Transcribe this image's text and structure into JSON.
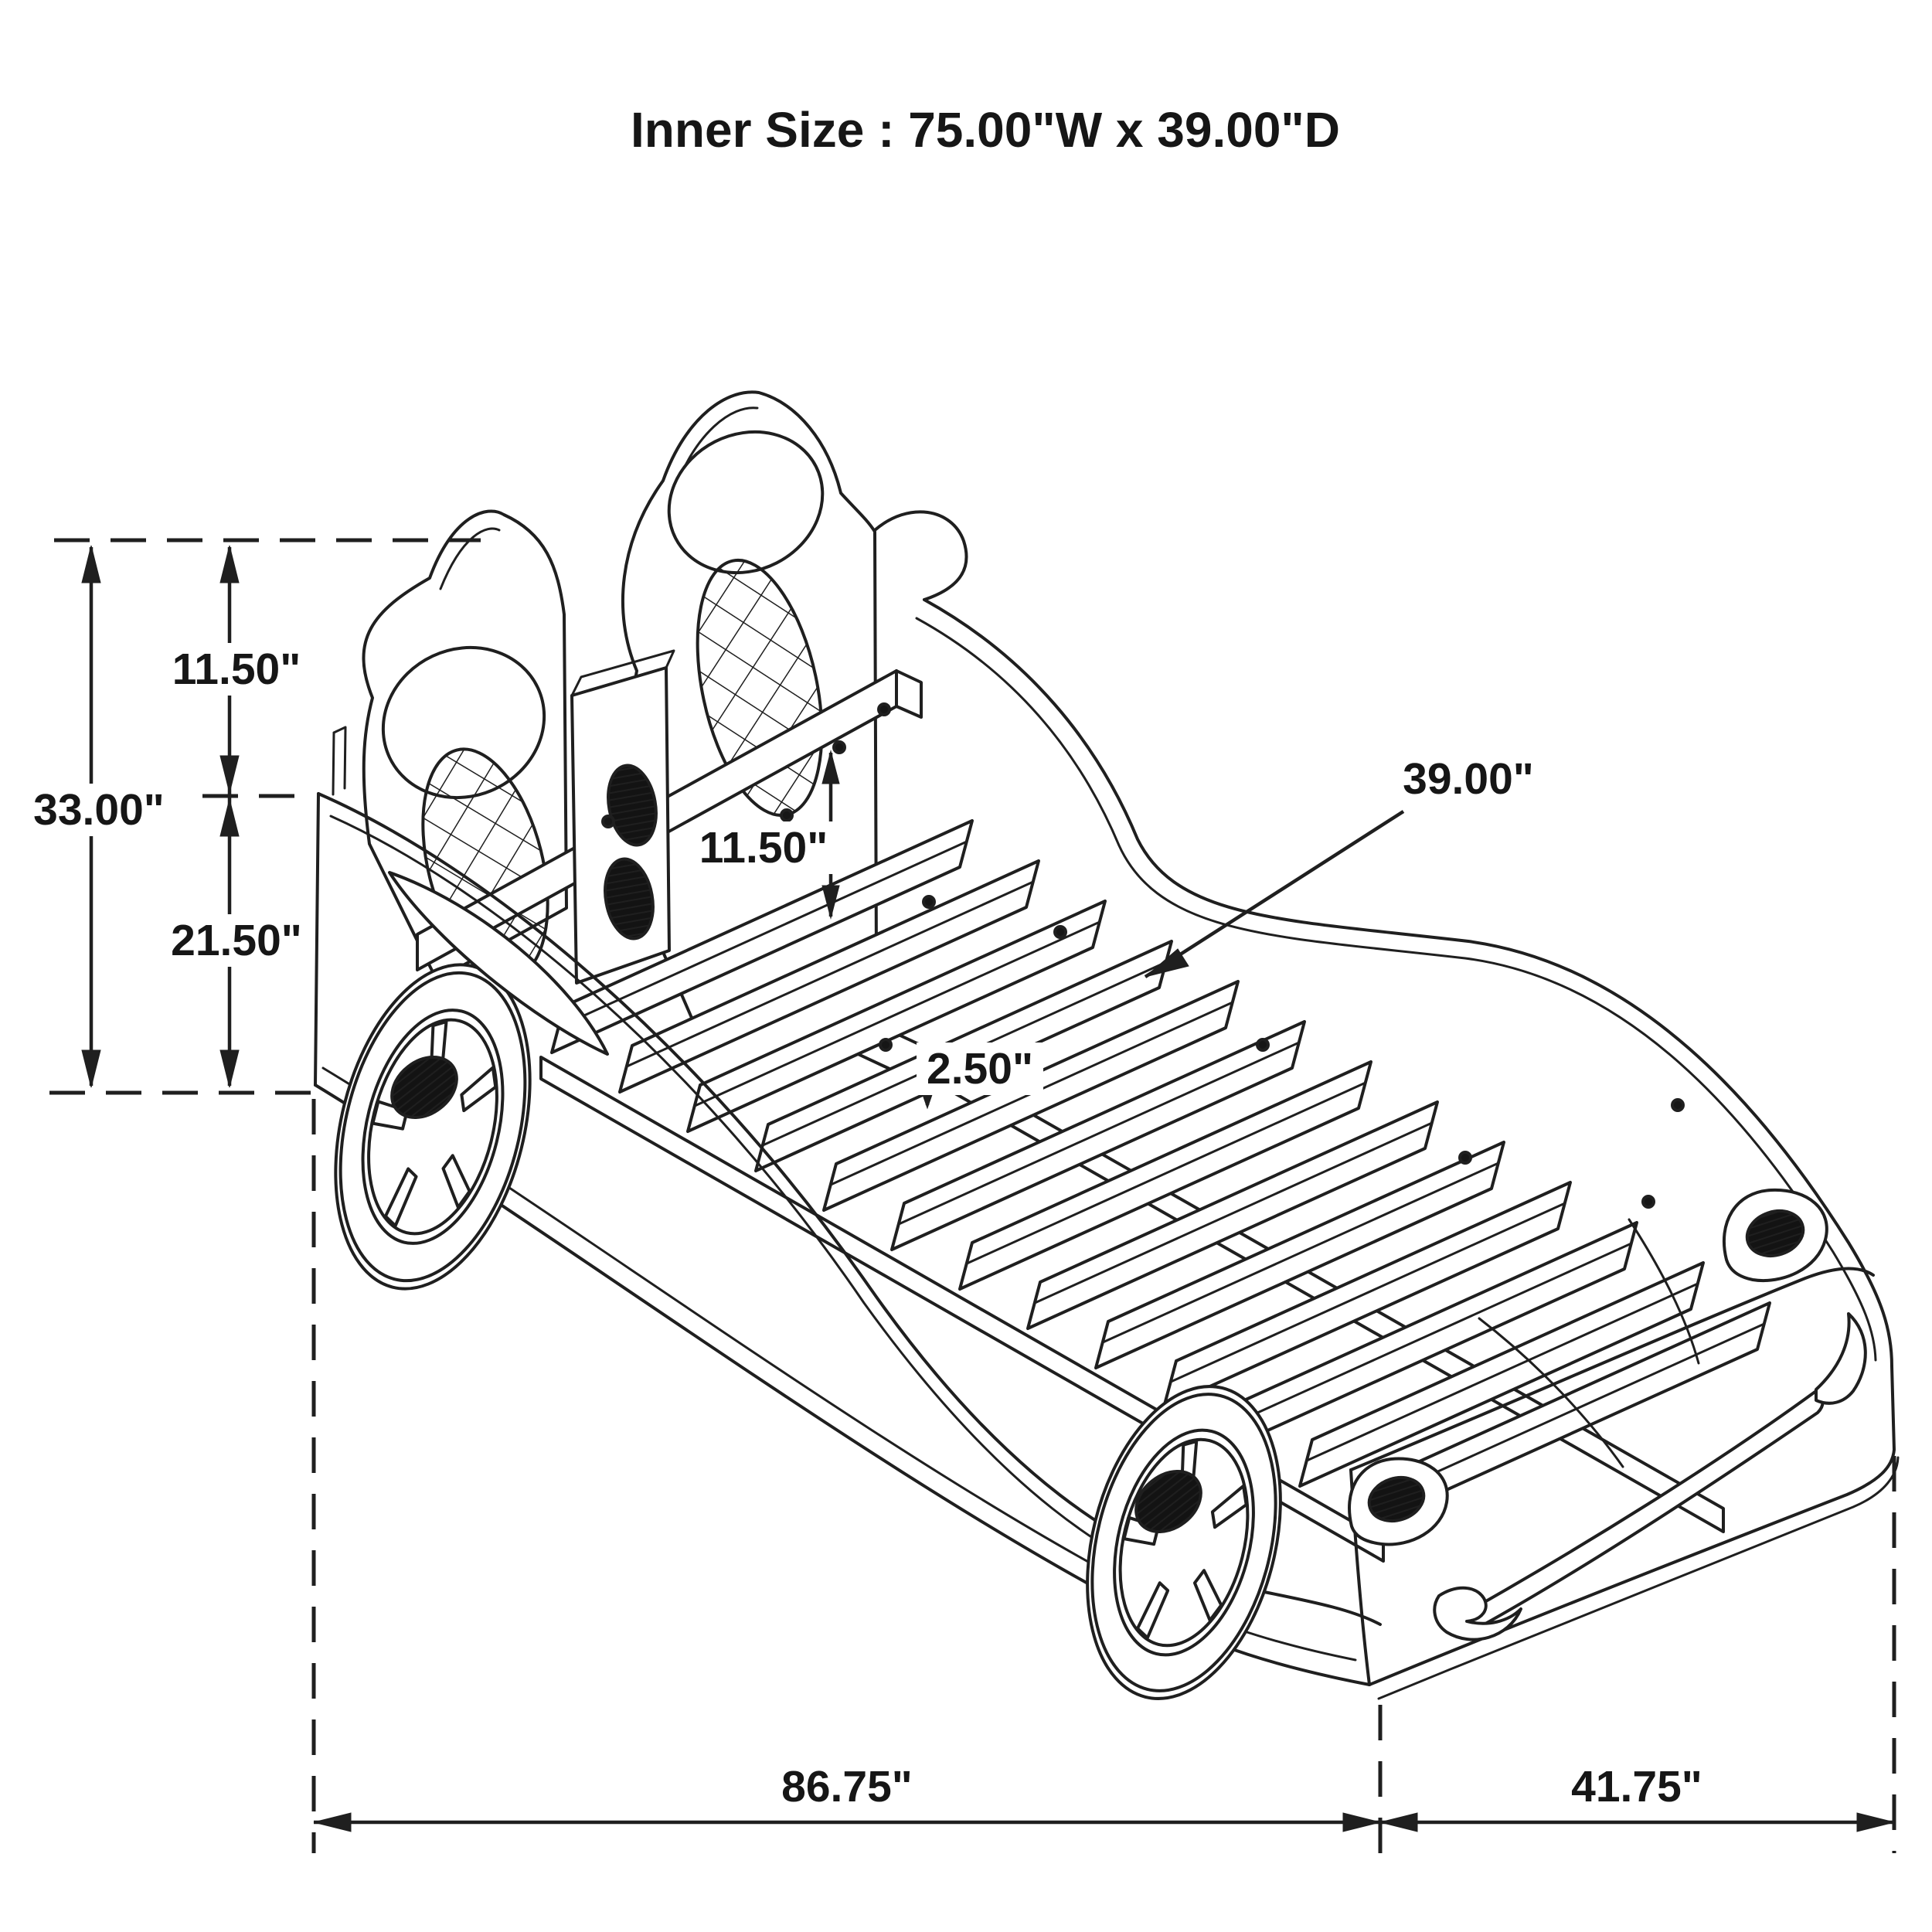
{
  "title": "Inner Size : 75.00\"W x 39.00\"D",
  "dimensions": {
    "overall_height": "33.00\"",
    "headboard_upper": "11.50\"",
    "base_height": "21.50\"",
    "headboard_inner": "11.50\"",
    "inner_width": "39.00\"",
    "slat_thickness": "2.50\"",
    "overall_length": "86.75\"",
    "overall_front_width": "41.75\""
  },
  "colors": {
    "background": "#ffffff",
    "line": "#1f1f1f",
    "dark_fill": "#161616"
  }
}
